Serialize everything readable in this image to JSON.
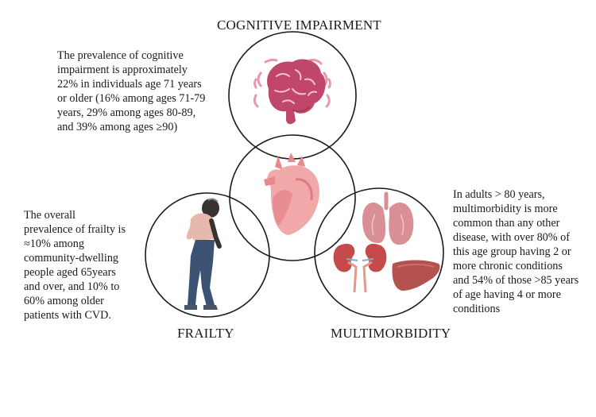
{
  "titles": {
    "cognitive": "COGNITIVE IMPAIRMENT",
    "frailty": "FRAILTY",
    "multimorbidity": "MULTIMORBIDITY"
  },
  "text": {
    "cognitive": "The prevalence of cognitive\nimpairment is approximately\n22% in individuals age 71 years\nor older (16% among ages 71-79\nyears, 29% among ages 80-89,\nand 39% among ages ≥90)",
    "frailty": "The overall\nprevalence of frailty is\n≈10% among\ncommunity-dwelling\npeople aged 65years\nand over, and 10% to\n60% among older\npatients with CVD.",
    "multimorbidity": "In adults > 80 years,\nmultimorbidity is more\ncommon than any other\ndisease, with over 80% of\nthis age group having 2 or\nmore chronic conditions\nand 54% of those >85 years\nof age having 4 or more\nconditions"
  },
  "icons": {
    "brain": "brain-icon",
    "heart": "heart-icon",
    "person": "elderly-person-icon",
    "lungs": "lungs-icon",
    "kidneys": "kidneys-icon",
    "liver": "liver-icon"
  },
  "colors": {
    "brain": "#c0476a",
    "heart": "#f0a8a8",
    "lungs": "#d98f96",
    "kidney": "#c54a4a",
    "liver": "#b3524e",
    "shirt": "#e5b9ab",
    "pants": "#3b5273",
    "skin": "#3a3230"
  }
}
